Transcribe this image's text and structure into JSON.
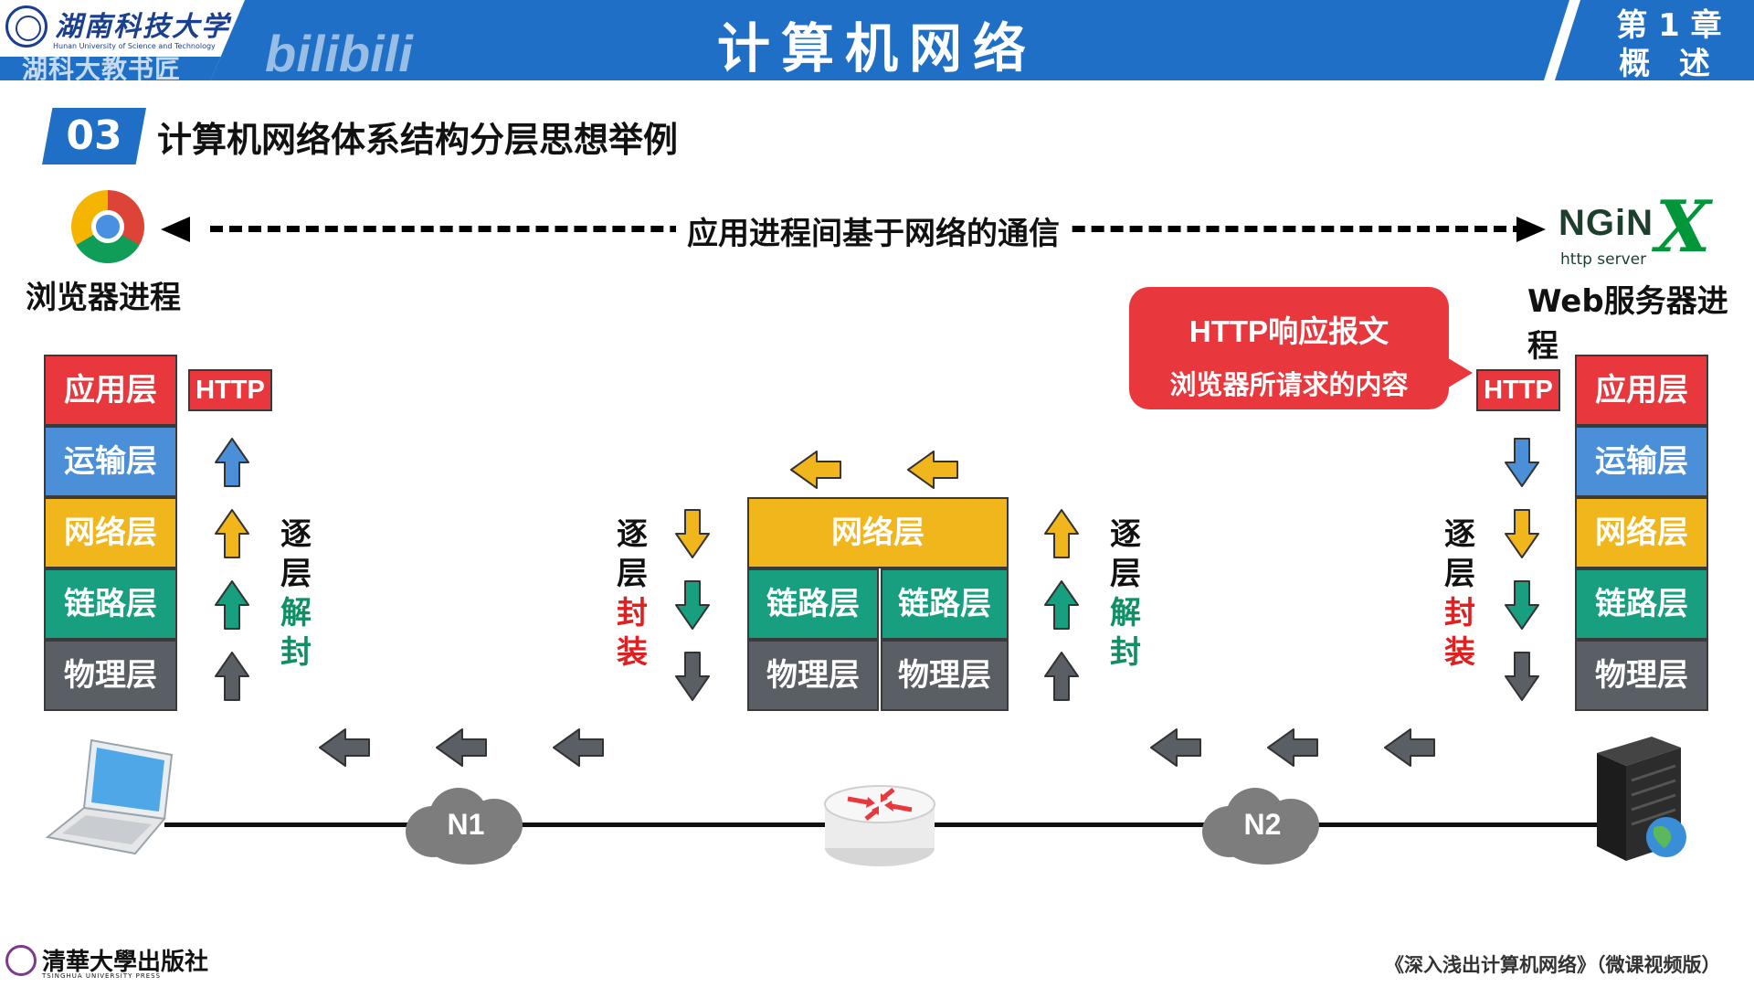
{
  "header": {
    "university_name": "湖南科技大学",
    "university_en": "Hunan University of Science and Technology",
    "overlay_text": "湖科大教书匠",
    "bilibili_watermark": "bilibili",
    "course_title": "计算机网络",
    "chapter_line1": "第 1 章",
    "chapter_line2": "概 述",
    "brand_color": "#1e6fc5"
  },
  "section": {
    "number": "03",
    "title": "计算机网络体系结构分层思想举例"
  },
  "top": {
    "communication_label": "应用进程间基于网络的通信",
    "browser_label": "浏览器进程",
    "nginx_text": "NGiN",
    "nginx_x": "X",
    "nginx_sub": "http server",
    "web_label": "Web服务器进程"
  },
  "layers": {
    "app": "应用层",
    "transport": "运输层",
    "network": "网络层",
    "link": "链路层",
    "physical": "物理层"
  },
  "http_tag": "HTTP",
  "callout": {
    "line1": "HTTP响应报文",
    "line2": "浏览器所请求的内容"
  },
  "vertical_words": {
    "decap": [
      "逐",
      "层",
      "解",
      "封"
    ],
    "encap": [
      "逐",
      "层",
      "封",
      "装"
    ]
  },
  "network": {
    "n1": "N1",
    "n2": "N2"
  },
  "footer": {
    "publisher": "清華大學出版社",
    "publisher_en": "TSINGHUA UNIVERSITY PRESS",
    "book_title": "《深入浅出计算机网络》（微课视频版）"
  },
  "colors": {
    "application": "#e8383d",
    "transport": "#4a8fd8",
    "network": "#f0b61c",
    "link": "#189f80",
    "physical": "#5a5f66",
    "encap_text": "#e02020",
    "decap_text": "#0f8f64"
  },
  "icons": [
    "chrome-icon",
    "nginx-logo",
    "laptop-icon",
    "router-icon",
    "server-icon",
    "cloud-icon",
    "arrow-icon"
  ]
}
